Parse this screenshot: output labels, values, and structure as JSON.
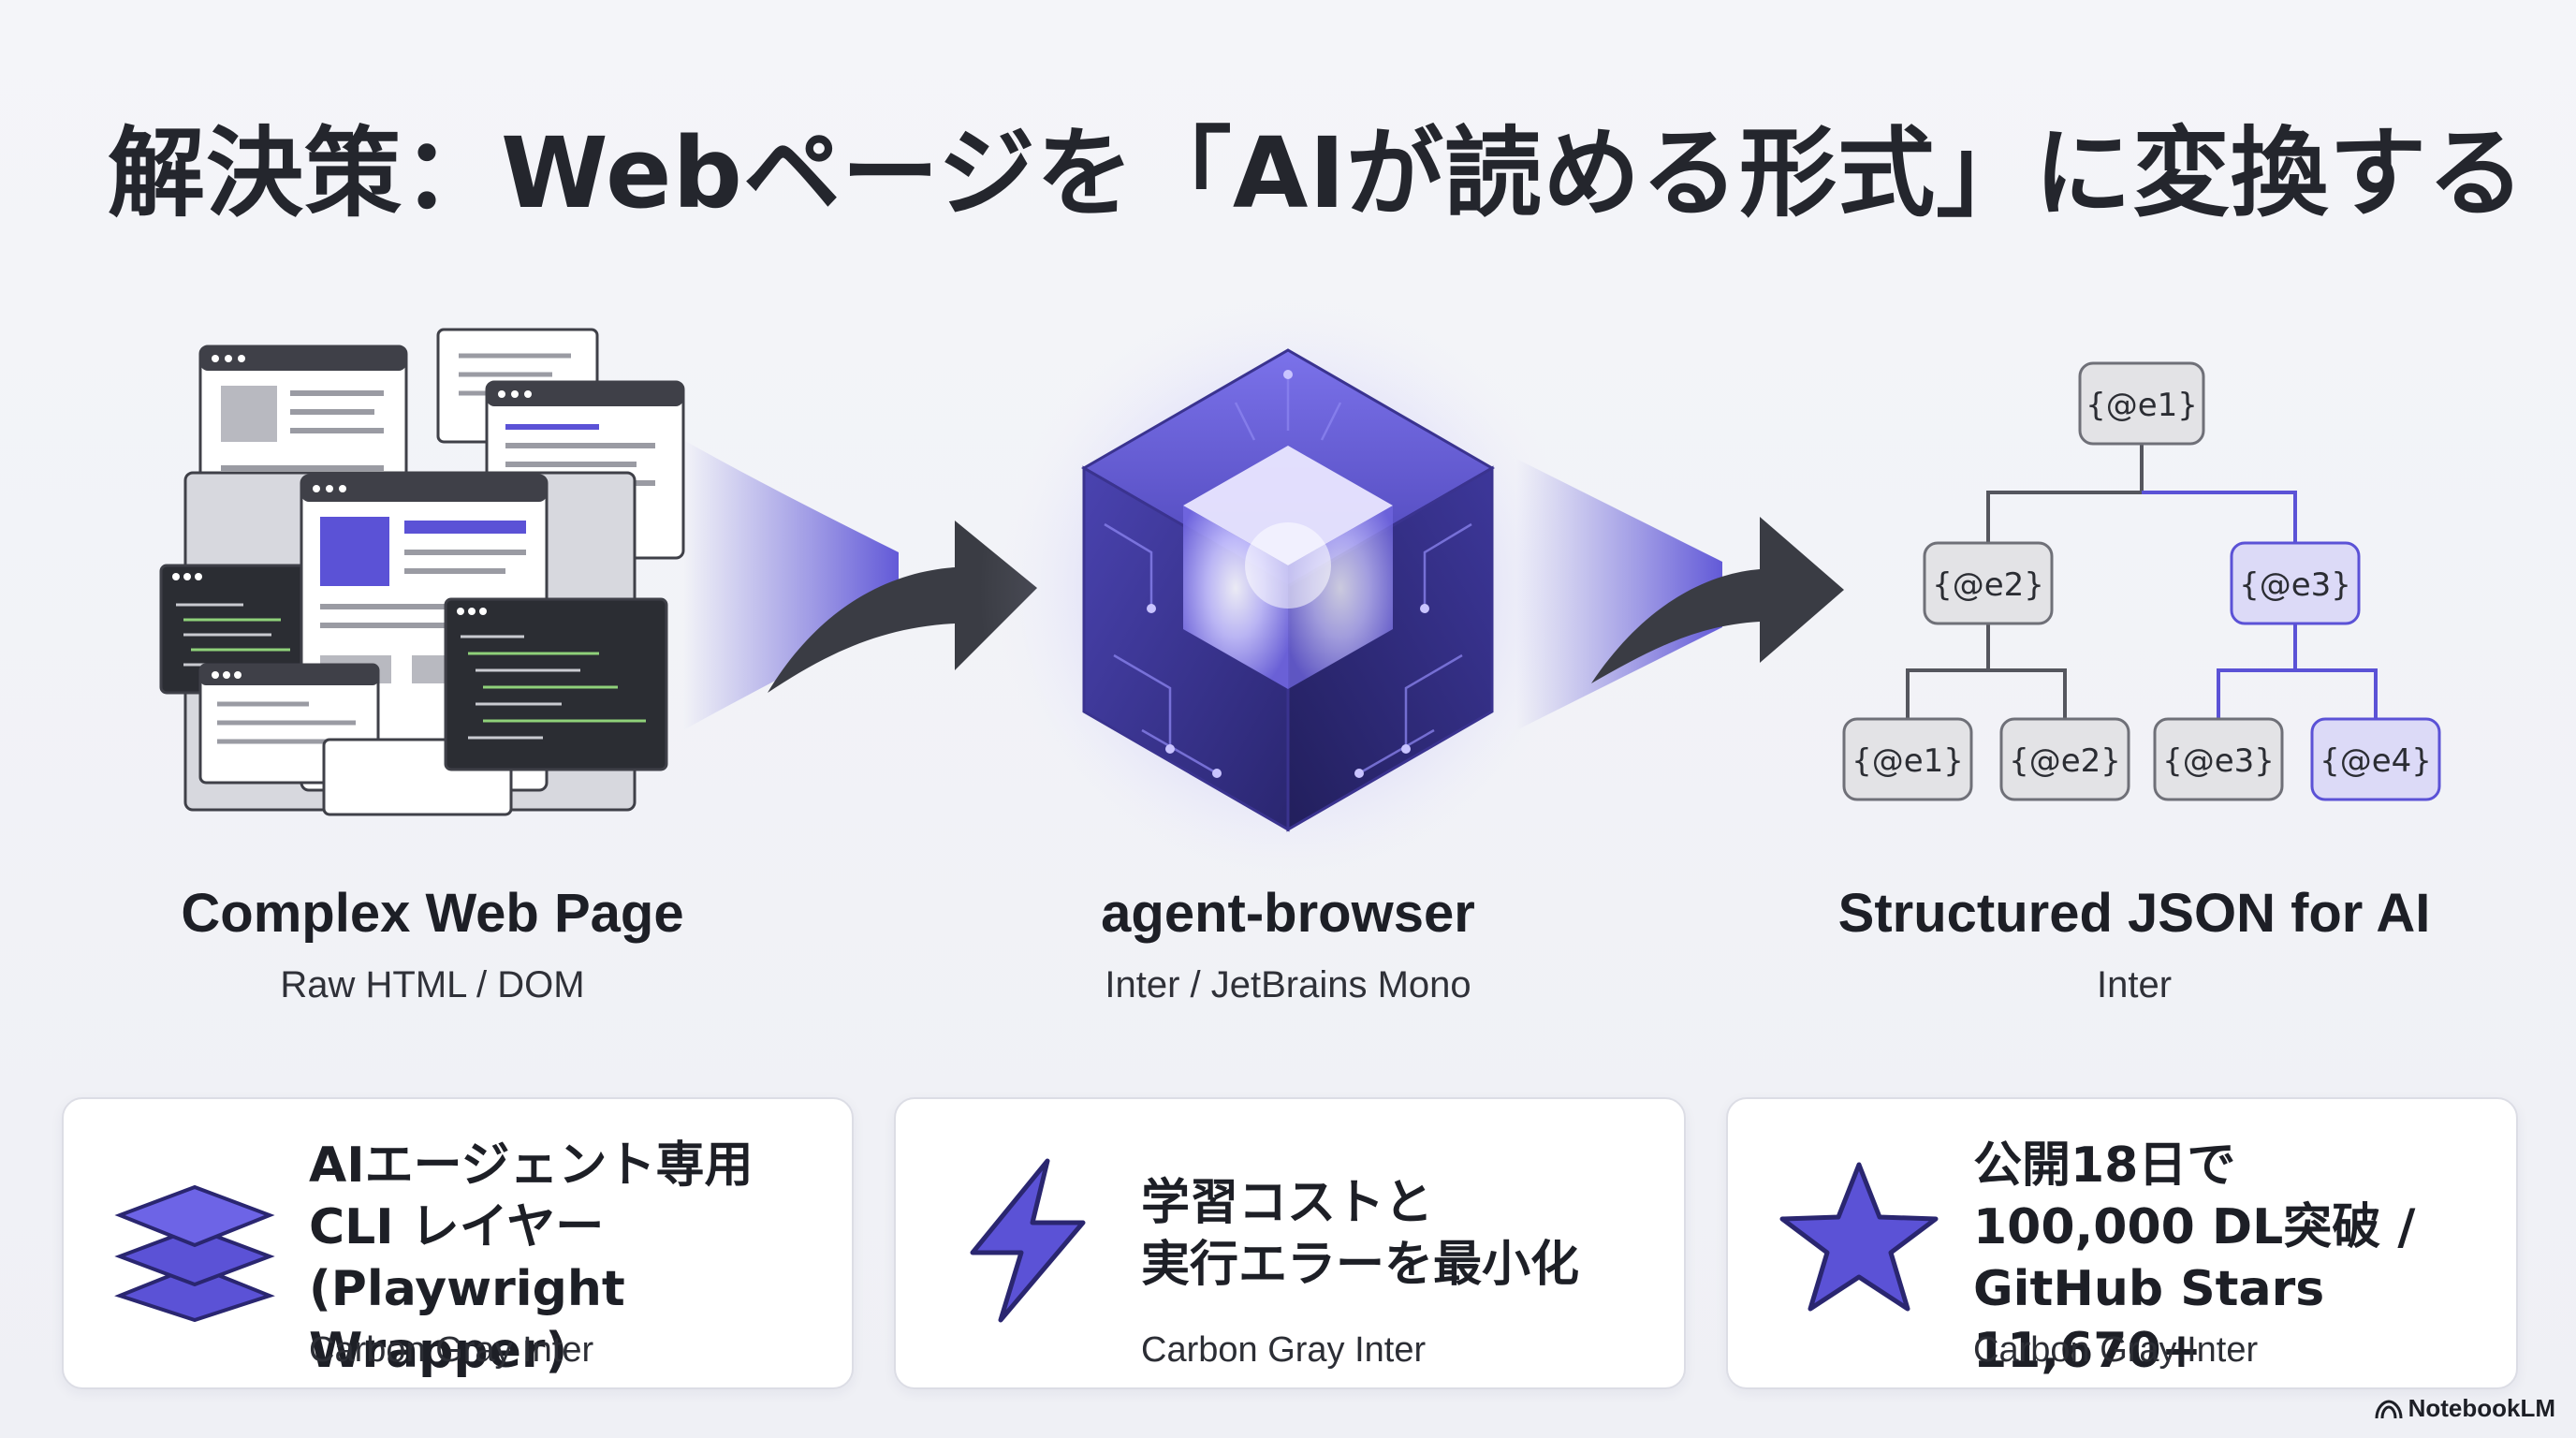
{
  "title": "解決策：Webページを「AIが読める形式」に変換する",
  "columns": [
    {
      "label": "Complex Web Page",
      "sub": "Raw HTML / DOM"
    },
    {
      "label": "agent-browser",
      "sub": "Inter / JetBrains Mono"
    },
    {
      "label": "Structured JSON for AI",
      "sub": "Inter"
    }
  ],
  "tree": {
    "root": "{@e1}",
    "level2": [
      "{@e2}",
      "{@e3}"
    ],
    "level3": [
      "{@e1}",
      "{@e2}",
      "{@e3}",
      "{@e4}"
    ]
  },
  "cards": [
    {
      "text": "AIエージェント専用\nCLI レイヤー\n(Playwright Wrapper)",
      "foot": "Carbon Gray Inter",
      "icon": "layers-icon"
    },
    {
      "text": "学習コストと\n実行エラーを最小化",
      "foot": "Carbon Gray Inter",
      "icon": "lightning-icon"
    },
    {
      "text": "公開18日で\n100,000 DL突破 /\nGitHub Stars 11,670+",
      "foot": "Carbon Gray Inter",
      "icon": "star-icon"
    }
  ],
  "brand": "NotebookLM",
  "colors": {
    "accent": "#5b52d6",
    "accent_light": "#dcdaf7",
    "node_fill": "#e3e3e6",
    "node_stroke": "#6f7078",
    "dark_arrow": "#3a3c44",
    "dark_panel": "#2b2d33"
  }
}
